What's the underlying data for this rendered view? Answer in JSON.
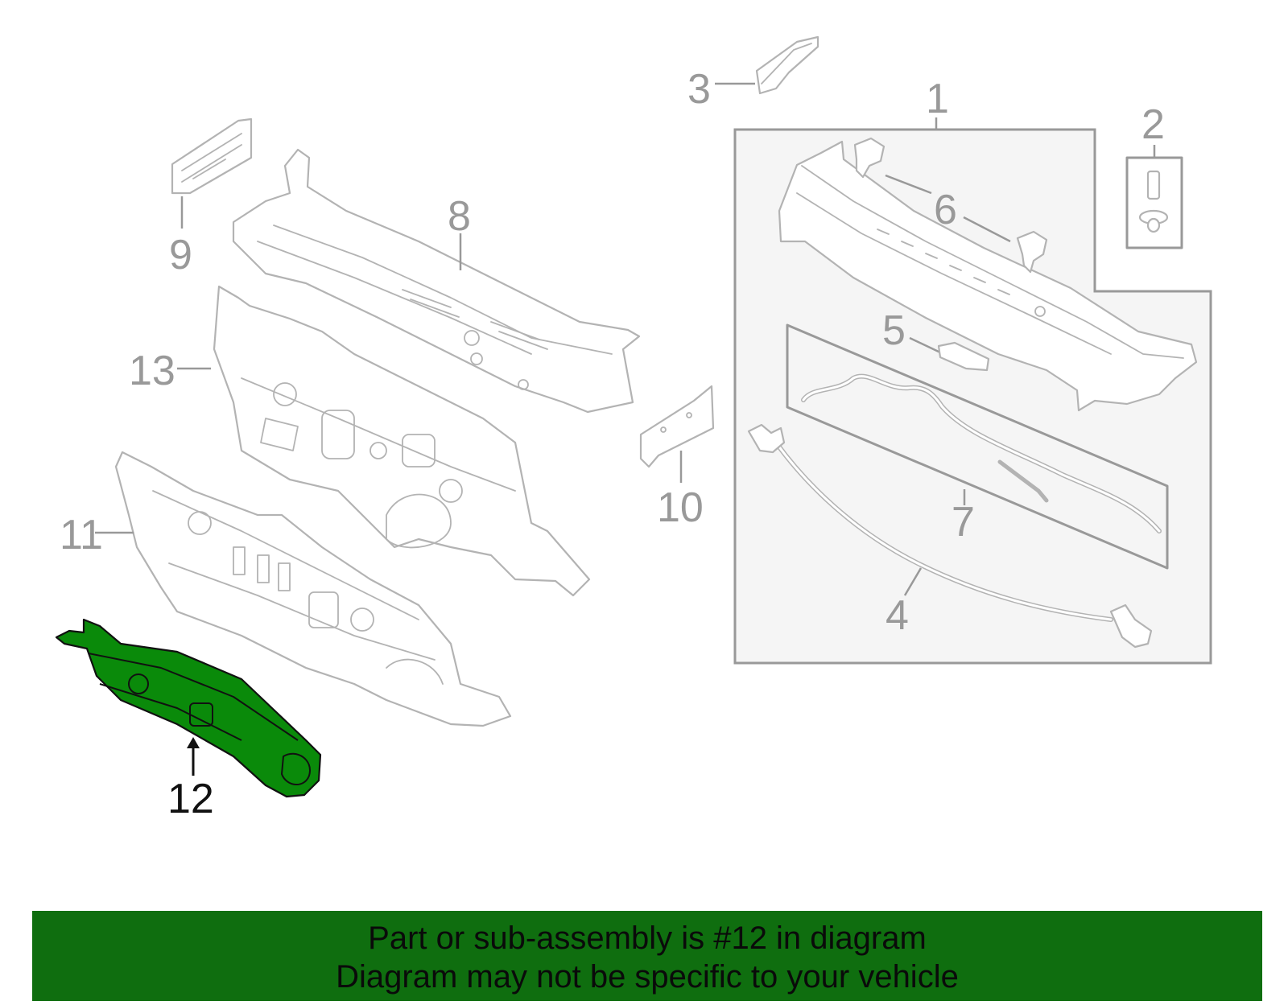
{
  "callouts": {
    "c1": "1",
    "c2": "2",
    "c3": "3",
    "c4": "4",
    "c5": "5",
    "c6": "6",
    "c7": "7",
    "c8": "8",
    "c9": "9",
    "c10": "10",
    "c11": "11",
    "c12": "12",
    "c13": "13"
  },
  "highlight": {
    "part_number": "12",
    "color": "#0a8a0a"
  },
  "banner": {
    "line1": "Part or sub-assembly is #12 in diagram",
    "line2": "Diagram may not be specific to your vehicle",
    "background": "#0f6e0f"
  }
}
